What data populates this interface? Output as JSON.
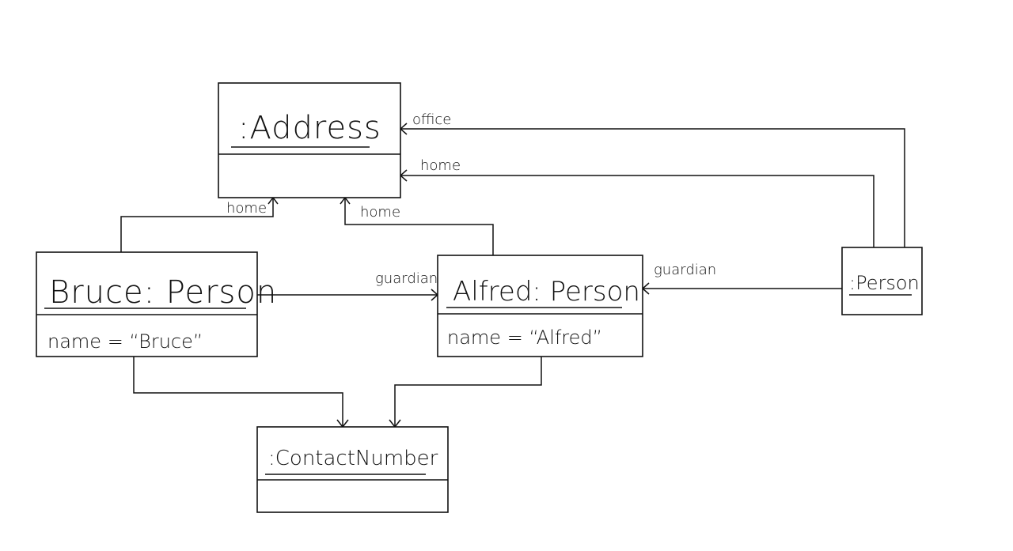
{
  "objects": {
    "address": {
      "title": ":Address"
    },
    "bruce": {
      "title": "Bruce: Person",
      "attribute": "name = “Bruce”"
    },
    "alfred": {
      "title": "Alfred: Person",
      "attribute": "name = “Alfred”"
    },
    "person": {
      "title": ":Person"
    },
    "contact": {
      "title": ":ContactNumber"
    }
  },
  "links": {
    "office": "office",
    "home_person": "home",
    "home_bruce": "home",
    "home_alfred": "home",
    "guardian_bruce": "guardian",
    "guardian_person": "guardian"
  }
}
